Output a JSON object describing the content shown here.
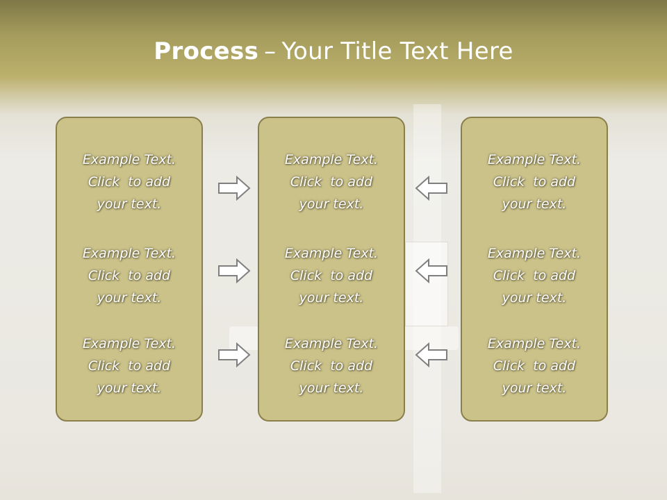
{
  "title": {
    "bold": "Process",
    "separator": "–",
    "rest": "Your Title Text Here"
  },
  "columns": [
    {
      "items": [
        {
          "line1": "Example Text.",
          "line2": "Click  to add",
          "line3": "your text."
        },
        {
          "line1": "Example Text.",
          "line2": "Click  to add",
          "line3": "your text."
        },
        {
          "line1": "Example Text.",
          "line2": "Click  to add",
          "line3": "your text."
        }
      ]
    },
    {
      "items": [
        {
          "line1": "Example Text.",
          "line2": "Click  to add",
          "line3": "your text."
        },
        {
          "line1": "Example Text.",
          "line2": "Click  to add",
          "line3": "your text."
        },
        {
          "line1": "Example Text.",
          "line2": "Click  to add",
          "line3": "your text."
        }
      ]
    },
    {
      "items": [
        {
          "line1": "Example Text.",
          "line2": "Click  to add",
          "line3": "your text."
        },
        {
          "line1": "Example Text.",
          "line2": "Click  to add",
          "line3": "your text."
        },
        {
          "line1": "Example Text.",
          "line2": "Click  to add",
          "line3": "your text."
        }
      ]
    }
  ],
  "arrows": {
    "left_group_direction": "right",
    "right_group_direction": "left"
  },
  "colors": {
    "box_fill": "#cbc28a",
    "box_border": "#8a7f4a",
    "arrow_fill": "#ffffff",
    "arrow_stroke": "#7f7f7f",
    "header_band": "#bcb06c"
  }
}
